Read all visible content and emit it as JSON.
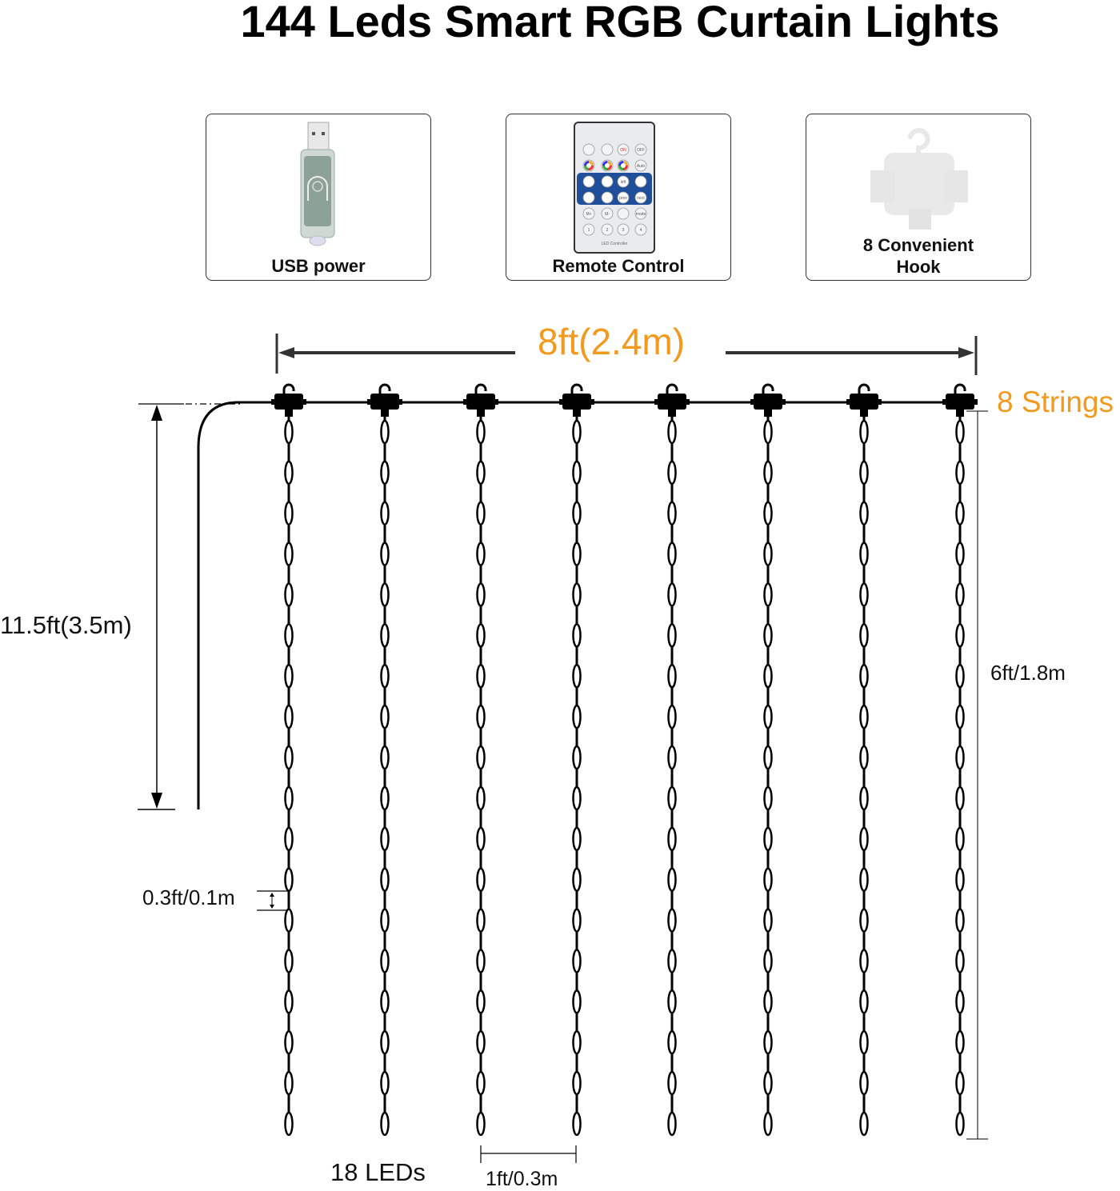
{
  "title": "144 Leds Smart RGB Curtain Lights",
  "accessories": [
    {
      "label": "USB power",
      "icon": "usb-dongle-icon"
    },
    {
      "label": "Remote Control",
      "icon": "remote-control-icon",
      "remote_caption": "LED Controller",
      "remote_buttons": [
        "brightness-up",
        "brightness-down",
        "ON",
        "OFF",
        "color-1",
        "color-2",
        "color-3",
        "Auto",
        "flow-out",
        "flow-in",
        "left",
        "right",
        "Rainbow",
        "Speed",
        "prev",
        "next",
        "M+",
        "M-",
        "timer",
        "mode",
        "1",
        "2",
        "3",
        "4"
      ]
    },
    {
      "label_line1": "8 Convenient",
      "label_line2": "Hook",
      "icon": "hook-connector-icon"
    }
  ],
  "dimensions": {
    "width_label": "8ft(2.4m)",
    "strings_label": "8 Strings",
    "lead_length_label": "11.5ft(3.5m)",
    "string_length_label": "6ft/1.8m",
    "led_spacing_label": "0.3ft/0.1m",
    "leds_per_string_label": "18 LEDs",
    "string_spacing_label": "1ft/0.3m"
  },
  "curtain": {
    "string_count": 8,
    "leds_per_string": 18,
    "total_leds": 144
  },
  "colors": {
    "accent": "#f39a1e",
    "line": "#000000",
    "arrow": "#333333"
  }
}
